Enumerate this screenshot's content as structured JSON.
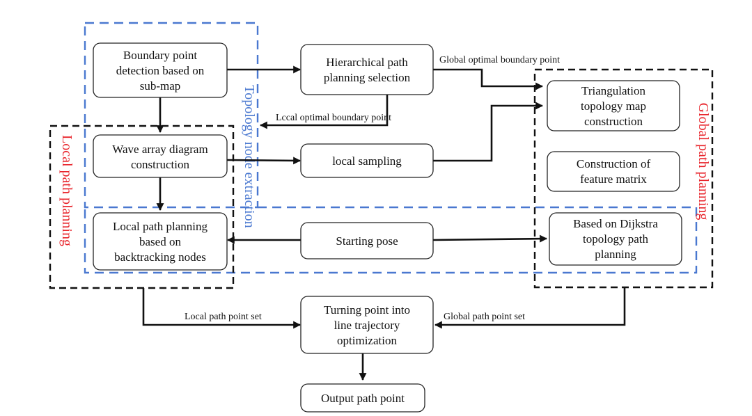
{
  "colors": {
    "local_region": "#e8242b",
    "global_region": "#e8242b",
    "topology_region": "#4a78d0",
    "arrow": "#111111"
  },
  "regions": {
    "local": "Local path planning",
    "topology": "Topology node extraction",
    "global": "Global path planning"
  },
  "nodes": {
    "boundary": [
      "Boundary point",
      "detection based on",
      "sub-map"
    ],
    "hierarchical": [
      "Hierarchical path",
      "planning selection"
    ],
    "wave": [
      "Wave array diagram",
      "construction"
    ],
    "sampling": [
      "local sampling"
    ],
    "local_plan": [
      "Local path planning",
      "based on",
      "backtracking nodes"
    ],
    "starting": [
      "Starting pose"
    ],
    "triangulation": [
      "Triangulation",
      "topology map",
      "construction"
    ],
    "feature": [
      "Construction of",
      "feature matrix"
    ],
    "dijkstra": [
      "Based on Dijkstra",
      "topology path",
      "planning"
    ],
    "turning": [
      "Turning point into",
      "line trajectory",
      "optimization"
    ],
    "output": [
      "Output path point"
    ]
  },
  "edge_labels": {
    "global_optimal": "Global optimal boundary point",
    "local_optimal": "Lccal optimal boundary point",
    "local_set": "Local path point set",
    "global_set": "Global path point set"
  }
}
